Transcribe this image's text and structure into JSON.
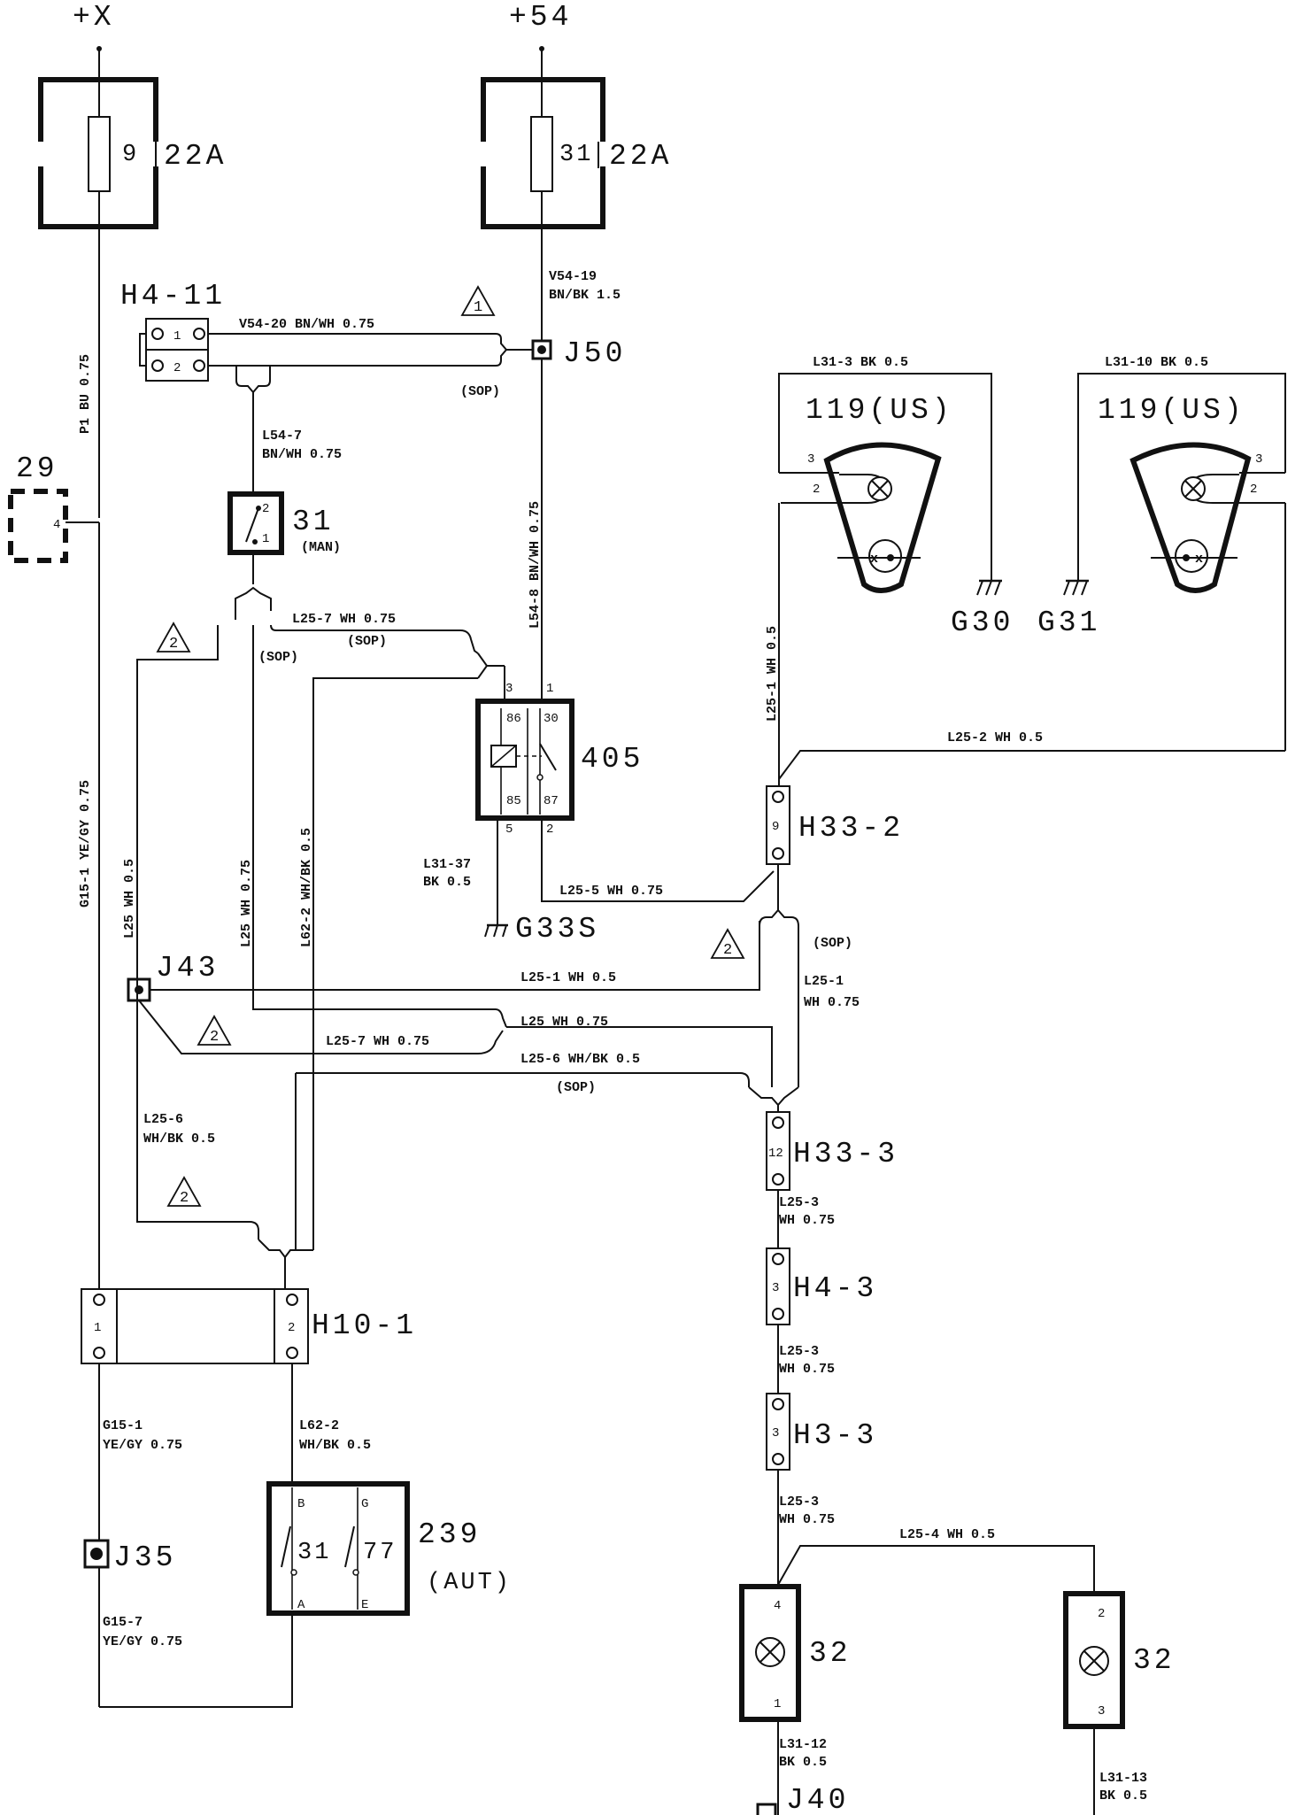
{
  "supplies": {
    "plus_x": "+X",
    "plus_54": "+54"
  },
  "fuses": {
    "fuse9": {
      "number": "9",
      "rating": "22A"
    },
    "fuse31": {
      "number": "31",
      "rating": "22A"
    }
  },
  "connectors": {
    "h4_11": "H4-11",
    "j50": "J50",
    "c29": "29",
    "c29_pin": "4",
    "j43": "J43",
    "j35": "J35",
    "j40": "J40",
    "h33_2": "H33-2",
    "h33_2_pin": "9",
    "h33_3": "H33-3",
    "h33_3_pin": "12",
    "h4_3": "H4-3",
    "h4_3_pin": "3",
    "h3_3": "H3-3",
    "h3_3_pin": "3",
    "h10_1": "H10-1",
    "h10_1_pin1": "1",
    "h10_1_pin2": "2",
    "h4_11_pin1": "1",
    "h4_11_pin2": "2"
  },
  "components": {
    "switch31": {
      "label": "31",
      "note": "(MAN)",
      "pin_top": "2",
      "pin_bottom": "1"
    },
    "relay405": {
      "label": "405",
      "p86": "86",
      "p30": "30",
      "p85": "85",
      "p87": "87",
      "pin3": "3",
      "pin1": "1",
      "pin5": "5",
      "pin2": "2"
    },
    "lamp119_left": {
      "label": "119(US)",
      "pin3": "3",
      "pin2": "2"
    },
    "lamp119_right": {
      "label": "119(US)",
      "pin3": "3",
      "pin2": "2"
    },
    "switch239": {
      "label": "239",
      "note": "(AUT)",
      "left": "31",
      "right": "77",
      "pB": "B",
      "pG": "G",
      "pA": "A",
      "pE": "E"
    },
    "lamp32_left": {
      "label": "32",
      "pin_top": "4",
      "pin_bottom": "1"
    },
    "lamp32_right": {
      "label": "32",
      "pin_top": "2",
      "pin_bottom": "3"
    }
  },
  "grounds": {
    "g30": "G30",
    "g31": "G31",
    "g33s": "G33S"
  },
  "wires": {
    "p1": "P1 BU 0.75",
    "v54_19a": "V54-19",
    "v54_19b": "BN/BK 1.5",
    "v54_20": "V54-20 BN/WH 0.75",
    "sop": "(SOP)",
    "l54_7a": "L54-7",
    "l54_7b": "BN/WH 0.75",
    "l54_8": "L54-8 BN/WH 0.75",
    "l25_7_top": "L25-7 WH 0.75",
    "g15_1_vert": "G15-1 YE/GY 0.75",
    "l25_left": "L25 WH 0.5",
    "l25_mid": "L25 WH 0.75",
    "l62_2_vert": "L62-2 WH/BK 0.5",
    "l31_3": "L31-3 BK 0.5",
    "l31_10": "L31-10 BK 0.5",
    "l25_1_vert": "L25-1 WH 0.5",
    "l25_2": "L25-2 WH 0.5",
    "l31_37a": "L31-37",
    "l31_37b": "BK 0.5",
    "l25_5": "L25-5 WH 0.75",
    "l25_1_horiz": "L25-1 WH 0.5",
    "l25_1_right_a": "L25-1",
    "l25_1_right_b": "WH 0.75",
    "l25_horiz": "L25 WH 0.75",
    "l25_7_lower": "L25-7 WH 0.75",
    "l25_6_horiz": "L25-6 WH/BK 0.5",
    "l25_6_a": "L25-6",
    "l25_6_b": "WH/BK 0.5",
    "l25_3_a": "L25-3",
    "l25_3_b": "WH 0.75",
    "g15_1_a": "G15-1",
    "g15_1_b": "YE/GY 0.75",
    "l62_2_a": "L62-2",
    "l62_2_b": "WH/BK 0.5",
    "g15_7_a": "G15-7",
    "g15_7_b": "YE/GY 0.75",
    "l25_4": "L25-4 WH 0.5",
    "l31_12_a": "L31-12",
    "l31_12_b": "BK 0.5",
    "l31_13_a": "L31-13",
    "l31_13_b": "BK 0.5"
  },
  "notes": {
    "n1": "1",
    "n2": "2"
  }
}
